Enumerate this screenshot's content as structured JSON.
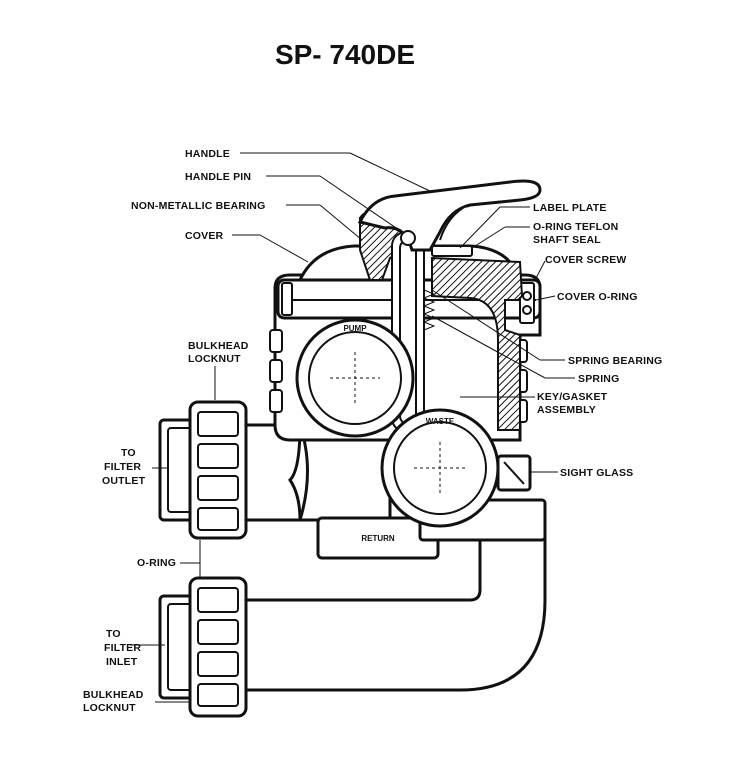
{
  "title": "SP- 740DE",
  "labels": {
    "handle": "HANDLE",
    "handle_pin": "HANDLE PIN",
    "non_metallic_bearing": "NON-METALLIC BEARING",
    "cover": "COVER",
    "label_plate": "LABEL PLATE",
    "oring_teflon_1": "O-RING TEFLON",
    "oring_teflon_2": "SHAFT SEAL",
    "cover_screw": "COVER SCREW",
    "cover_oring": "COVER O-RING",
    "spring_bearing": "SPRING BEARING",
    "spring": "SPRING",
    "key_gasket_1": "KEY/GASKET",
    "key_gasket_2": "ASSEMBLY",
    "sight_glass": "SIGHT GLASS",
    "bulkhead_top_1": "BULKHEAD",
    "bulkhead_top_2": "LOCKNUT",
    "filter_outlet_1": "TO",
    "filter_outlet_2": "FILTER",
    "filter_outlet_3": "OUTLET",
    "oring": "O-RING",
    "filter_inlet_1": "TO",
    "filter_inlet_2": "FILTER",
    "filter_inlet_3": "INLET",
    "bulkhead_bottom_1": "BULKHEAD",
    "bulkhead_bottom_2": "LOCKNUT",
    "port_pump": "PUMP",
    "port_waste": "WASTE",
    "port_return": "RETURN"
  }
}
